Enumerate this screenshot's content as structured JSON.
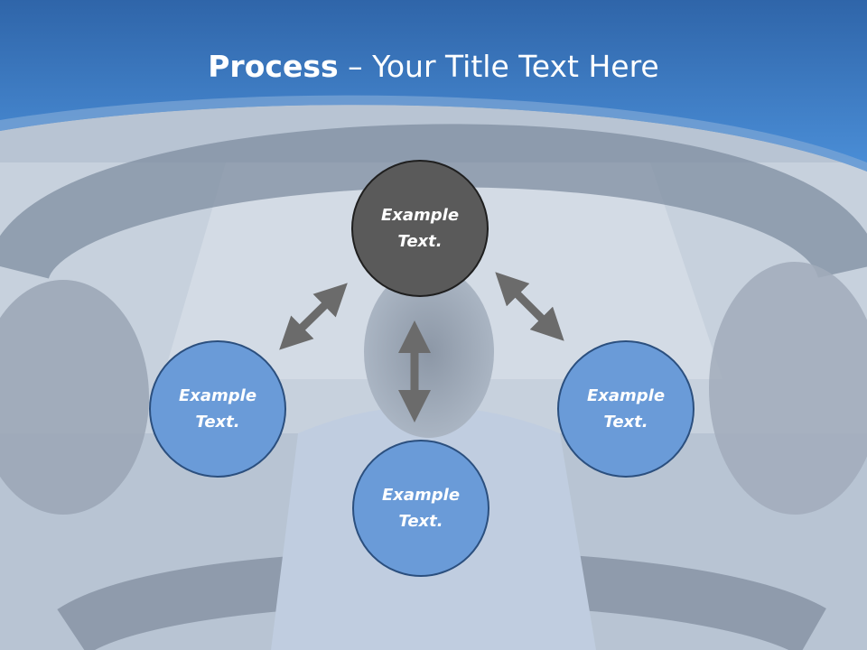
{
  "slide": {
    "title_bold": "Process",
    "title_rest": " – Your Title Text Here"
  },
  "diagram": {
    "nodes": {
      "top": "Example\nText.",
      "left": "Example\nText.",
      "right": "Example\nText.",
      "bottom": "Example\nText."
    }
  },
  "colors": {
    "header_blue": "#3a7cc7",
    "center_node": "#5a5a5a",
    "outer_node": "#6a9bd8",
    "arrow": "#6b6b6b"
  }
}
